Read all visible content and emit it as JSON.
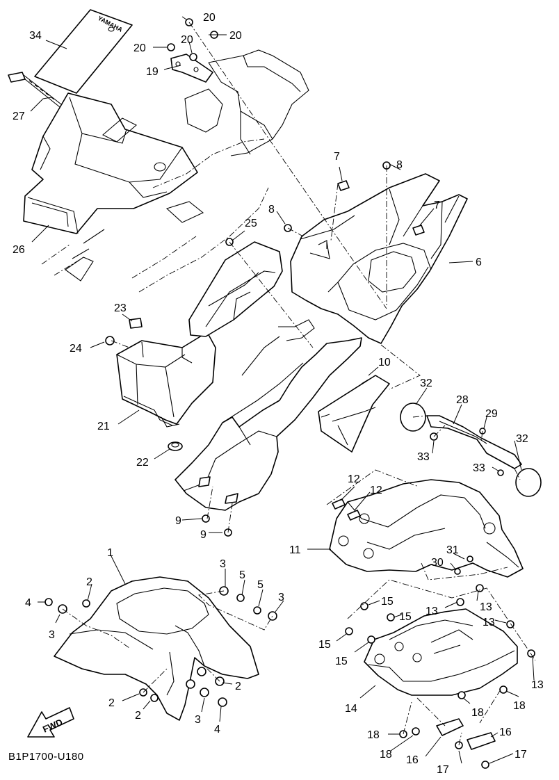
{
  "diagram": {
    "reference_code": "B1P1700-U180",
    "direction_marker": "FWD",
    "decal_text": "YAMAHA",
    "callouts": {
      "c1": "1",
      "c2a": "2",
      "c2b": "2",
      "c2c": "2",
      "c2d": "2",
      "c3a": "3",
      "c3b": "3",
      "c3c": "3",
      "c3d": "3",
      "c4a": "4",
      "c4b": "4",
      "c5a": "5",
      "c5b": "5",
      "c6": "6",
      "c7a": "7",
      "c7b": "7",
      "c8a": "8",
      "c8b": "8",
      "c9a": "9",
      "c9b": "9",
      "c10": "10",
      "c11": "11",
      "c12a": "12",
      "c12b": "12",
      "c13a": "13",
      "c13b": "13",
      "c13c": "13",
      "c13d": "13",
      "c14": "14",
      "c15a": "15",
      "c15b": "15",
      "c15c": "15",
      "c15d": "15",
      "c16a": "16",
      "c16b": "16",
      "c17a": "17",
      "c17b": "17",
      "c18a": "18",
      "c18b": "18",
      "c18c": "18",
      "c18d": "18",
      "c19": "19",
      "c20a": "20",
      "c20b": "20",
      "c20c": "20",
      "c20d": "20",
      "c21": "21",
      "c22": "22",
      "c23": "23",
      "c24": "24",
      "c25": "25",
      "c26": "26",
      "c27": "27",
      "c28": "28",
      "c29": "29",
      "c30": "30",
      "c31": "31",
      "c32a": "32",
      "c32b": "32",
      "c33a": "33",
      "c33b": "33",
      "c34": "34"
    }
  }
}
